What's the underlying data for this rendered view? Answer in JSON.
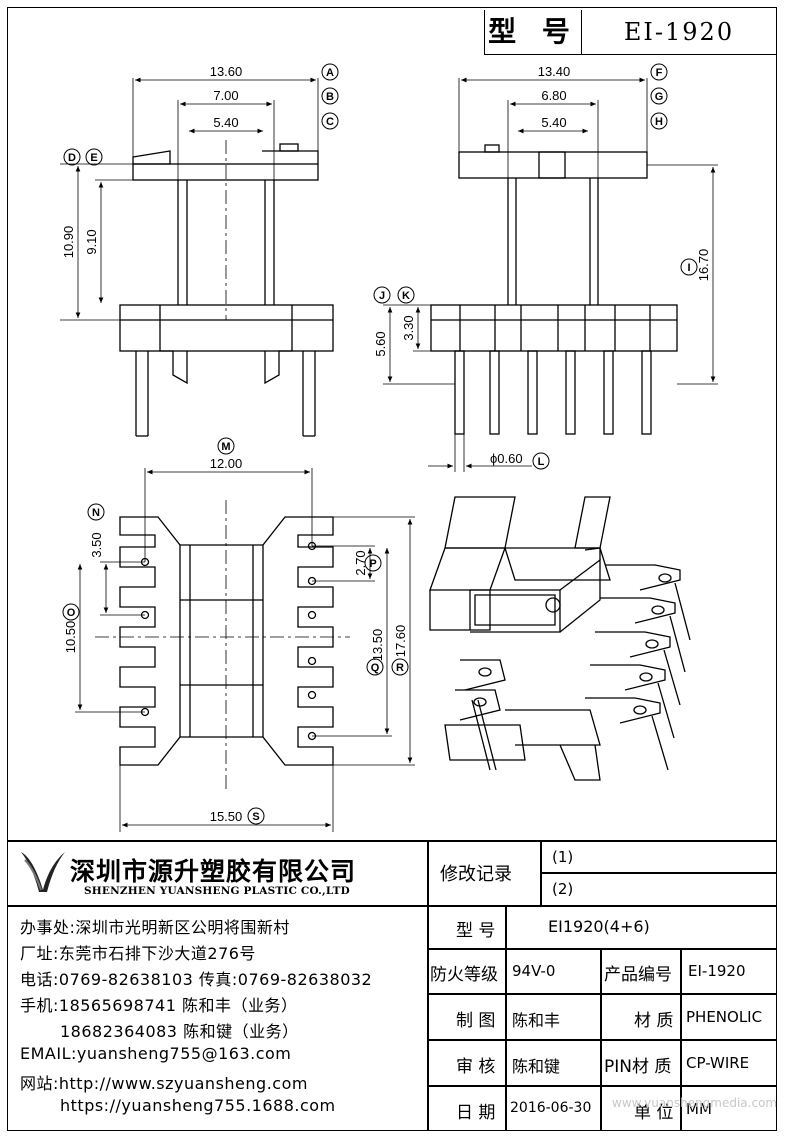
{
  "header": {
    "model_label": "型 号",
    "model_value": "EI-1920"
  },
  "drawing": {
    "dims": {
      "d1360": "13.60",
      "d700": "7.00",
      "d540a": "5.40",
      "d1340": "13.40",
      "d680": "6.80",
      "d540b": "5.40",
      "d1090": "10.90",
      "d910": "9.10",
      "d1670": "16.70",
      "d560": "5.60",
      "d330": "3.30",
      "d060": "ϕ0.60",
      "d1200": "12.00",
      "d350": "3.50",
      "d1050": "10.50",
      "d270": "2.70",
      "d1350": "13.50",
      "d1760": "17.60",
      "d1550": "15.50"
    },
    "markers": {
      "A": "A",
      "B": "B",
      "C": "C",
      "D": "D",
      "E": "E",
      "F": "F",
      "G": "G",
      "H": "H",
      "I": "I",
      "J": "J",
      "K": "K",
      "L": "L",
      "M": "M",
      "N": "N",
      "O": "O",
      "P": "P",
      "Q": "Q",
      "R": "R",
      "S": "S"
    }
  },
  "company": {
    "name": "深圳市源升塑胶有限公司",
    "name_en": "SHENZHEN YUANSHENG PLASTIC CO.,LTD",
    "office": "办事处:深圳市光明新区公明将围新村",
    "factory": "厂址:东莞市石排下沙大道276号",
    "phone": "电话:0769-82638103 传真:0769-82638032",
    "mobile1": "手机:18565698741 陈和丰（业务）",
    "mobile2": "18682364083 陈和键（业务）",
    "email": "EMAIL:yuansheng755@163.com",
    "website1": "网站:http://www.szyuansheng.com",
    "website2": "https://yuansheng755.1688.com"
  },
  "title_block": {
    "revision_label": "修改记录",
    "rev1": "(1)",
    "rev2": "(2)",
    "model_label": "型 号",
    "model_value": "EI1920(4+6)",
    "fire_label": "防火等级",
    "fire_value": "94V-0",
    "product_no_label": "产品编号",
    "product_no_value": "EI-1920",
    "drawn_label": "制 图",
    "drawn_value": "陈和丰",
    "material_label": "材 质",
    "material_value": "PHENOLIC",
    "checked_label": "审 核",
    "checked_value": "陈和键",
    "pin_material_label": "PIN材 质",
    "pin_material_value": "CP-WIRE",
    "date_label": "日 期",
    "date_value": "2016-06-30",
    "unit_label": "单 位",
    "unit_value": "MM"
  },
  "watermark": "www.yuanshengmedia.com"
}
